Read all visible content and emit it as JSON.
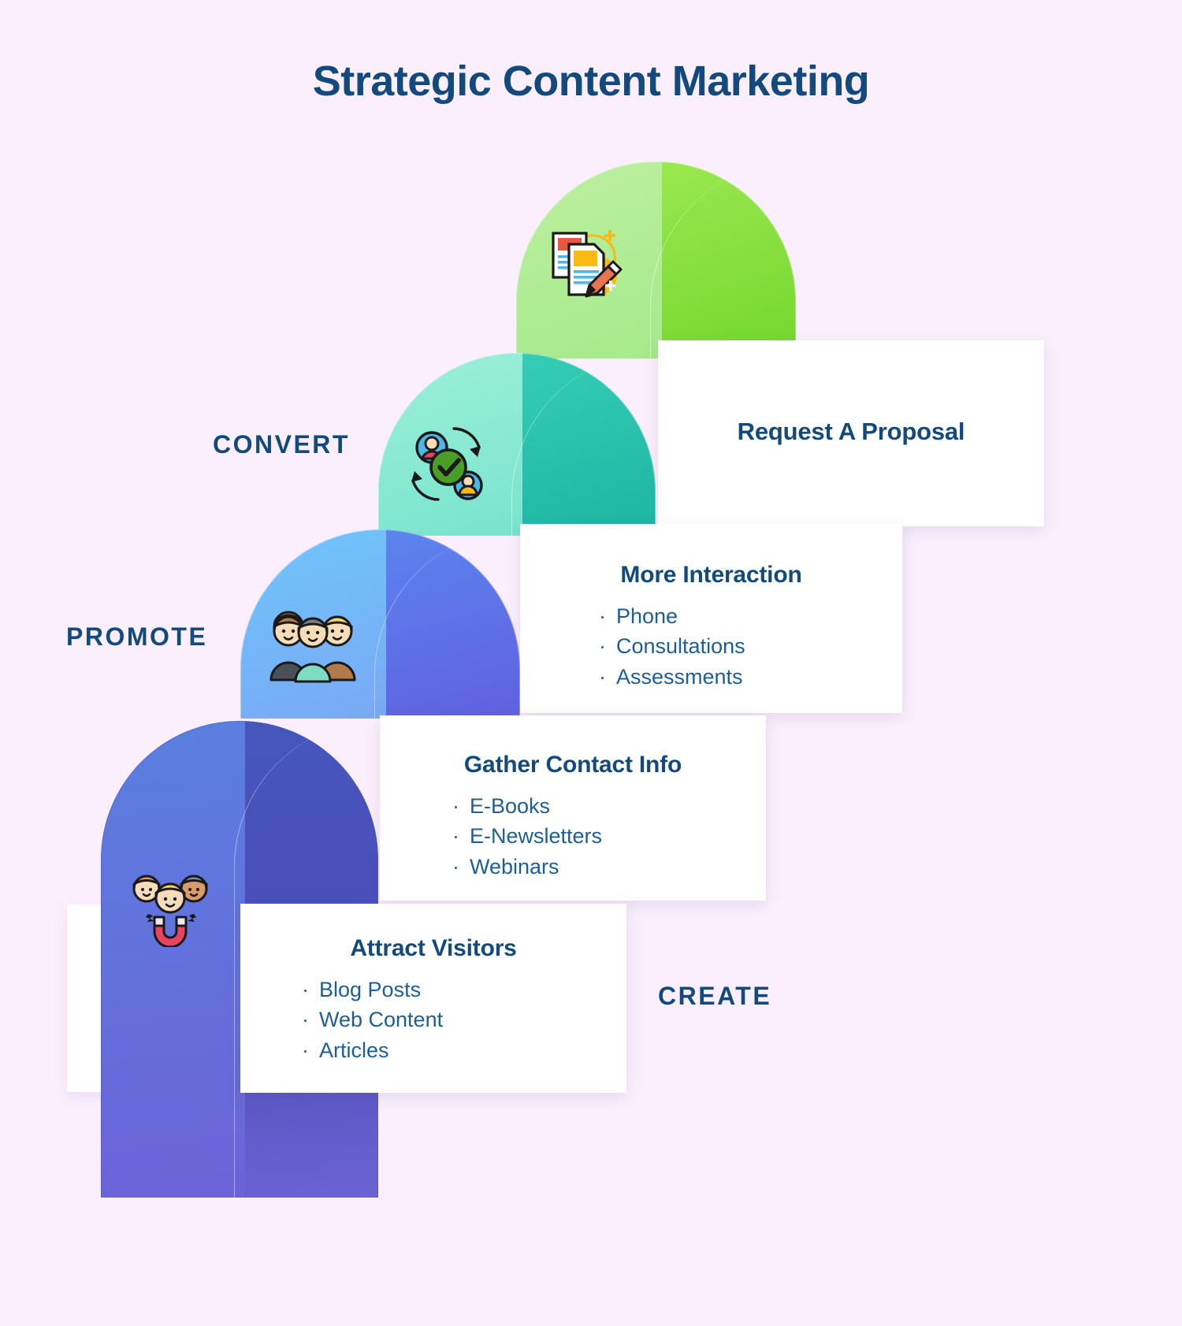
{
  "page": {
    "title": "Strategic Content Marketing",
    "background_color": "#fbeffd",
    "text_color": "#134a7e"
  },
  "stages": [
    {
      "key": "create",
      "stage_label": "CREATE",
      "icon": "documents-pencil-icon",
      "arch_colors": {
        "light": "#a6e98c",
        "dark": "#74d62f"
      },
      "card": {
        "title": "Request A Proposal",
        "bullets": []
      }
    },
    {
      "key": "convert",
      "stage_label": "CONVERT",
      "icon": "users-refresh-check-icon",
      "arch_colors": {
        "light": "#79e3cd",
        "dark": "#1cb5a3"
      },
      "card": {
        "title": "More Interaction",
        "bullets": [
          "Phone",
          "Consultations",
          "Assessments"
        ]
      }
    },
    {
      "key": "promote",
      "stage_label": "PROMOTE",
      "icon": "people-group-icon",
      "arch_colors": {
        "light": "#6fc5fb",
        "dark": "#6160e0"
      },
      "card": {
        "title": "Gather Contact Info",
        "bullets": [
          "E-Books",
          "E-Newsletters",
          "Webinars"
        ]
      }
    },
    {
      "key": "attract",
      "stage_label": "",
      "icon": "magnet-people-icon",
      "arch_colors": {
        "light": "#5a7fe0",
        "dark": "#4557bc"
      },
      "card": {
        "title": "Attract Visitors",
        "bullets": [
          "Blog Posts",
          "Web Content",
          "Articles"
        ]
      }
    }
  ],
  "bullet_glyph": "·"
}
